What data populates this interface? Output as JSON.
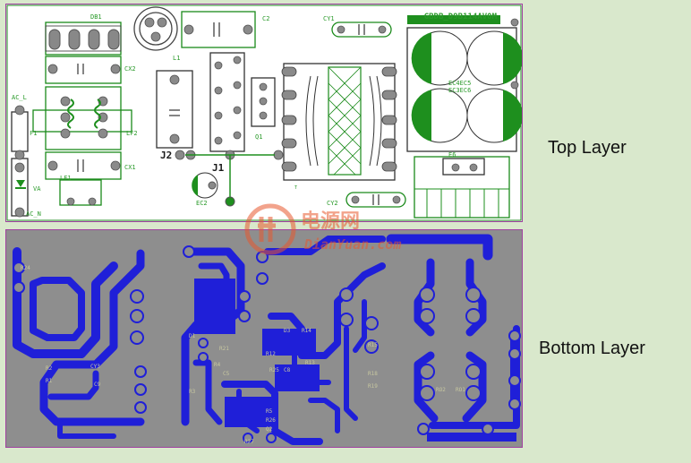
{
  "labels": {
    "top_layer": "Top Layer",
    "bottom_layer": "Bottom Layer"
  },
  "board_title": "GBDB_D9B114AV0M",
  "top_refs": {
    "db1": "DB1",
    "c2": "C2",
    "cy1": "CY1",
    "cx2": "CX2",
    "l1": "L1",
    "ac_l": "AC_L",
    "f1": "F1",
    "lf2": "LF2",
    "q1": "Q1",
    "ec4_ec5": "EC4EC5",
    "ec3_ec6": "EC3EC6",
    "j2": "J2",
    "j1": "J1",
    "cx1": "CX1",
    "lf1": "LF1",
    "va": "VA",
    "ac_n": "AC_N",
    "ec2": "EC2",
    "e6": "E6",
    "cy2": "CY2",
    "t": "T"
  },
  "bottom_refs": {
    "r24": "R24",
    "r2": "R2",
    "r1": "R1",
    "d1": "D1",
    "r21": "R21",
    "d3": "D3",
    "r14": "R14",
    "r15": "R15",
    "r13": "R13",
    "r12": "R12",
    "r18": "R18",
    "r19": "R19",
    "r25": "R25",
    "c8": "C8",
    "r5": "R5",
    "r26": "R26",
    "q2": "Q2",
    "cy3": "CY3",
    "c9": "C9",
    "r3": "R3",
    "r27": "R27",
    "ro2": "RO2",
    "ro1": "RO1",
    "c5": "C5",
    "r4": "R4"
  },
  "watermark": {
    "cn": "电源网",
    "en": "DianYuan.com"
  },
  "colors": {
    "copper": "#1f1fd8",
    "silk_top": "#1a8a1a",
    "board_bg": "#8e8e8e",
    "page_bg": "#d9e8cc",
    "edge": "#a040a0",
    "wm": "#e8582e"
  }
}
